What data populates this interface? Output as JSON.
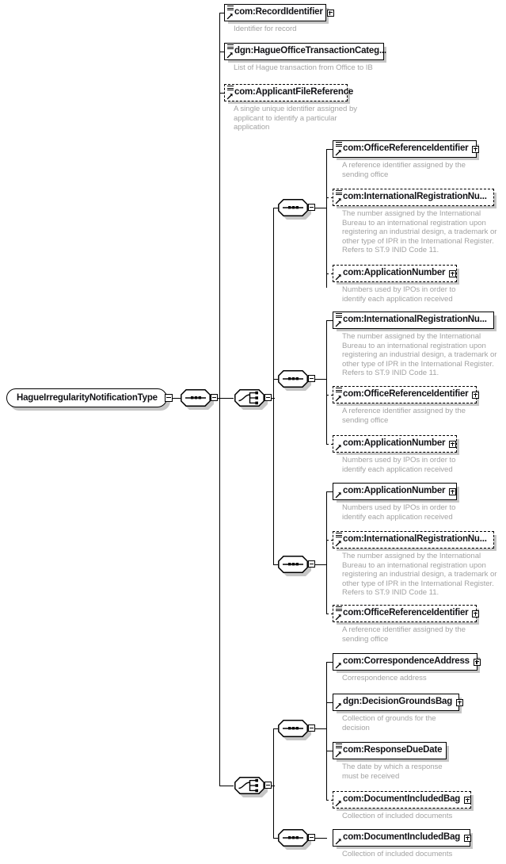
{
  "diagram": {
    "kind": "xml-schema-diagram",
    "root": {
      "label": "HagueIrregularityNotificationType",
      "compositor": "sequence"
    },
    "colors": {
      "line": "#000000",
      "box_border": "#000000",
      "label_text": "#121216",
      "description_text": "#a3a3a3",
      "shadow": "#c6c6c6",
      "background": "#ffffff"
    },
    "icons": {
      "sequence": "sequence-compositor-icon",
      "choice": "choice-compositor-icon",
      "expand": "plus-expander-icon",
      "collapse": "minus-collapse-icon",
      "annotation": "annotation-lines-icon",
      "typeref": "type-reference-arrow-icon"
    },
    "nodes": [
      {
        "id": "record-identifier",
        "label": "com:RecordIdentifier",
        "description": "Identifier for record",
        "optional": false,
        "expandable": true,
        "annotated": true
      },
      {
        "id": "hague-office-transaction-category",
        "label": "dgn:HagueOfficeTransactionCateg...",
        "description": "List of Hague transaction from Office to IB",
        "optional": false,
        "expandable": false,
        "annotated": true
      },
      {
        "id": "applicant-file-reference",
        "label": "com:ApplicantFileReference",
        "description": "A single unique identifier assigned by\napplicant to identify a particular\napplication",
        "optional": true,
        "expandable": false,
        "annotated": true
      },
      {
        "id": "office-reference-identifier-1",
        "label": "com:OfficeReferenceIdentifier",
        "description": "A reference identifier assigned by the\nsending office",
        "optional": false,
        "expandable": true,
        "annotated": true
      },
      {
        "id": "international-registration-number-1",
        "label": "com:InternationalRegistrationNu...",
        "description": "The number assigned by the International\nBureau to an international registration upon\nregistering an industrial design, a trademark or\nother type of IPR in the International Register.\nRefers to ST.9 INID Code 11.",
        "optional": true,
        "expandable": false,
        "annotated": true
      },
      {
        "id": "application-number-1",
        "label": "com:ApplicationNumber",
        "description": "Numbers used by IPOs in order to\nidentify each application received",
        "optional": true,
        "expandable": true,
        "annotated": false
      },
      {
        "id": "international-registration-number-2",
        "label": "com:InternationalRegistrationNu...",
        "description": "The number assigned by the International\nBureau to an international registration upon\nregistering an industrial design, a trademark or\nother type of IPR in the International Register.\nRefers to ST.9 INID Code 11.",
        "optional": false,
        "expandable": false,
        "annotated": true
      },
      {
        "id": "office-reference-identifier-2",
        "label": "com:OfficeReferenceIdentifier",
        "description": "A reference identifier assigned by the\nsending office",
        "optional": true,
        "expandable": true,
        "annotated": true
      },
      {
        "id": "application-number-2",
        "label": "com:ApplicationNumber",
        "description": "Numbers used by IPOs in order to\nidentify each application received",
        "optional": true,
        "expandable": true,
        "annotated": false
      },
      {
        "id": "application-number-3",
        "label": "com:ApplicationNumber",
        "description": "Numbers used by IPOs in order to\nidentify each application received",
        "optional": false,
        "expandable": true,
        "annotated": false
      },
      {
        "id": "international-registration-number-3",
        "label": "com:InternationalRegistrationNu...",
        "description": "The number assigned by the International\nBureau to an international registration upon\nregistering an industrial design, a trademark or\nother type of IPR in the International Register.\nRefers to ST.9 INID Code 11.",
        "optional": true,
        "expandable": false,
        "annotated": true
      },
      {
        "id": "office-reference-identifier-3",
        "label": "com:OfficeReferenceIdentifier",
        "description": "A reference identifier assigned by the\nsending office",
        "optional": true,
        "expandable": true,
        "annotated": true
      },
      {
        "id": "correspondence-address",
        "label": "com:CorrespondenceAddress",
        "description": "Correspondence address",
        "optional": false,
        "expandable": true,
        "annotated": false
      },
      {
        "id": "decision-grounds-bag",
        "label": "dgn:DecisionGroundsBag",
        "description": "Collection of grounds for the\ndecision",
        "optional": false,
        "expandable": true,
        "annotated": false
      },
      {
        "id": "response-due-date",
        "label": "com:ResponseDueDate",
        "description": "The date by which a response\nmust be received",
        "optional": false,
        "expandable": false,
        "annotated": true
      },
      {
        "id": "document-included-bag-1",
        "label": "com:DocumentIncludedBag",
        "description": "Collection of included documents",
        "optional": true,
        "expandable": true,
        "annotated": false
      },
      {
        "id": "document-included-bag-2",
        "label": "com:DocumentIncludedBag",
        "description": "Collection of included documents",
        "optional": false,
        "expandable": true,
        "annotated": false
      }
    ],
    "compositors": [
      {
        "id": "root-sequence",
        "type": "sequence"
      },
      {
        "id": "choice-1",
        "type": "choice"
      },
      {
        "id": "sequence-1a",
        "type": "sequence"
      },
      {
        "id": "sequence-1b",
        "type": "sequence"
      },
      {
        "id": "sequence-1c",
        "type": "sequence"
      },
      {
        "id": "choice-2",
        "type": "choice"
      },
      {
        "id": "sequence-2a",
        "type": "sequence"
      },
      {
        "id": "sequence-2b",
        "type": "sequence"
      }
    ]
  }
}
